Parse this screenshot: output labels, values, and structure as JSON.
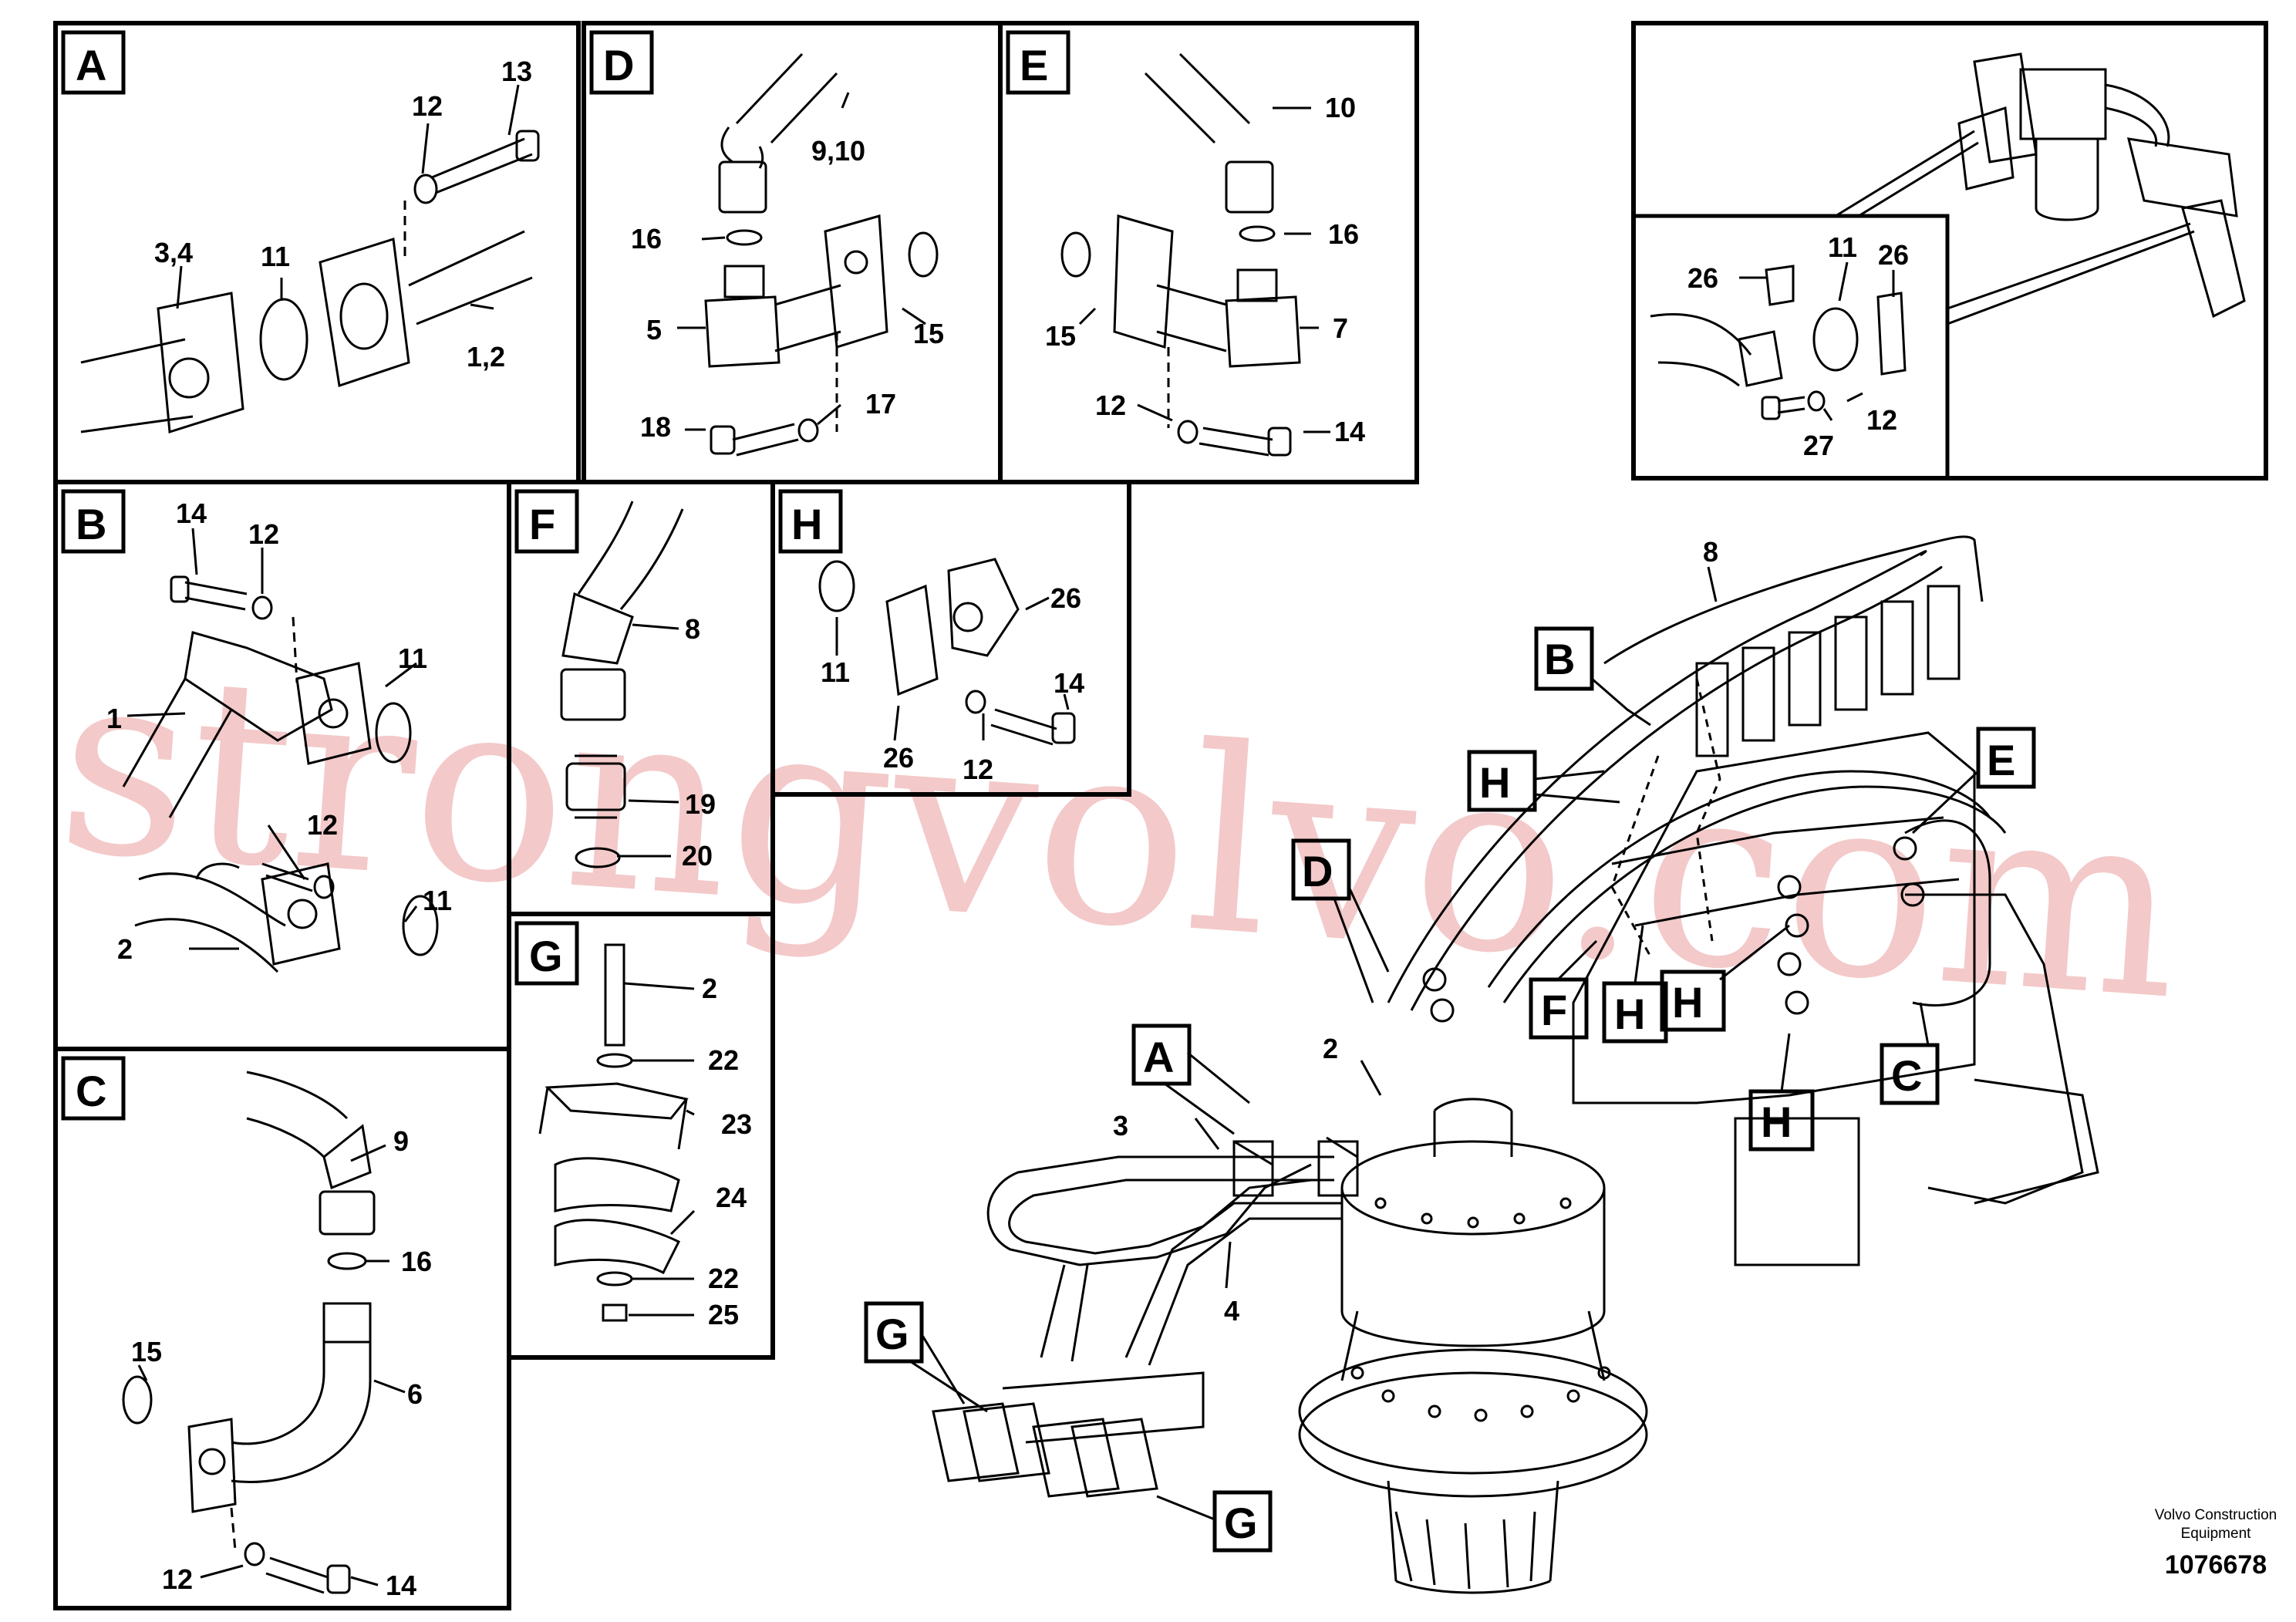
{
  "panels": {
    "A": {
      "label": "A",
      "callouts": [
        "13",
        "12",
        "3,4",
        "11",
        "1,2"
      ]
    },
    "D": {
      "label": "D",
      "callouts": [
        "9,10",
        "16",
        "5",
        "15",
        "18",
        "17"
      ]
    },
    "E": {
      "label": "E",
      "callouts": [
        "10",
        "16",
        "15",
        "7",
        "12",
        "14"
      ]
    },
    "B": {
      "label": "B",
      "callouts": [
        "14",
        "12",
        "11",
        "1",
        "12",
        "11",
        "2"
      ]
    },
    "F": {
      "label": "F",
      "callouts": [
        "8",
        "19",
        "20"
      ]
    },
    "H": {
      "label": "H",
      "callouts": [
        "26",
        "11",
        "14",
        "26",
        "12"
      ]
    },
    "C": {
      "label": "C",
      "callouts": [
        "9",
        "16",
        "15",
        "6",
        "12",
        "14"
      ]
    },
    "G": {
      "label": "G",
      "callouts": [
        "2",
        "22",
        "23",
        "24",
        "22",
        "25"
      ]
    },
    "inset": {
      "callouts": [
        "11",
        "26",
        "26",
        "27",
        "12"
      ]
    }
  },
  "main": {
    "labels": [
      "B",
      "H",
      "E",
      "D",
      "F",
      "H",
      "H",
      "A",
      "C",
      "H",
      "G",
      "G"
    ],
    "callouts": [
      "8",
      "2",
      "3",
      "4"
    ]
  },
  "watermark": "strongvolvo.com",
  "footer": {
    "brand_line1": "Volvo Construction",
    "brand_line2": "Equipment",
    "doc_number": "1076678"
  }
}
